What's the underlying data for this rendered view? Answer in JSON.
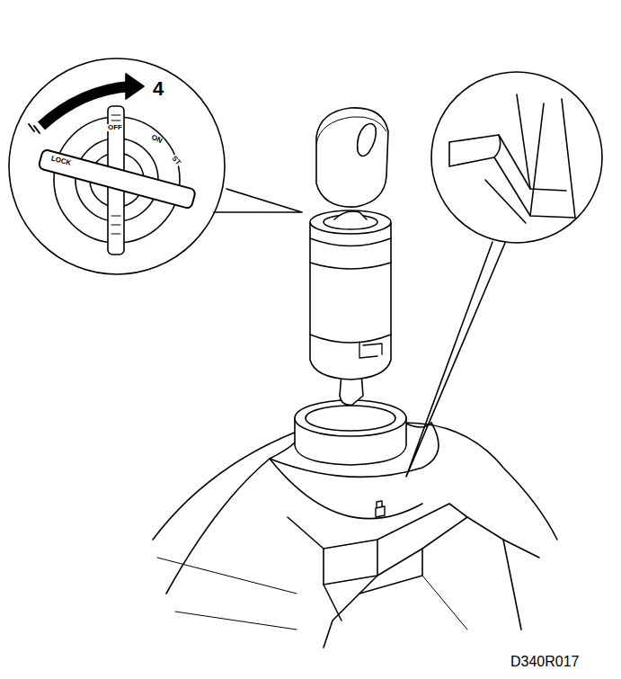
{
  "diagram": {
    "labels": [
      "4",
      "LOCK",
      "OFF",
      "ON",
      "ST",
      "D340R017"
    ]
  }
}
